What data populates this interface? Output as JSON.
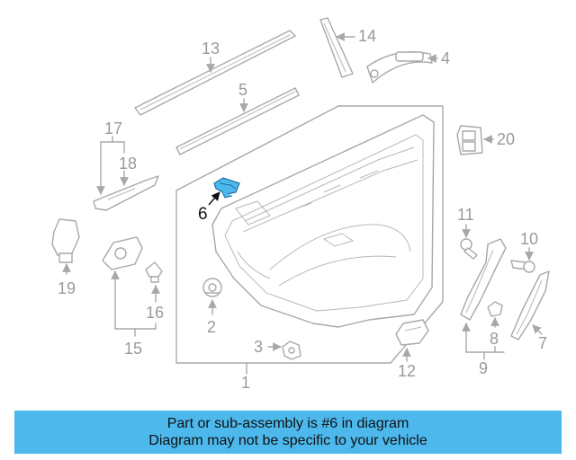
{
  "diagram": {
    "highlight_color": "#4cb8ec",
    "callouts": [
      "1",
      "2",
      "3",
      "4",
      "5",
      "6",
      "7",
      "8",
      "9",
      "10",
      "11",
      "12",
      "13",
      "14",
      "15",
      "16",
      "17",
      "18",
      "19",
      "20"
    ]
  },
  "banner": {
    "line1": "Part or sub-assembly is #6 in diagram",
    "line2": "Diagram may not be specific to your vehicle",
    "color": "#4cb8ec"
  }
}
